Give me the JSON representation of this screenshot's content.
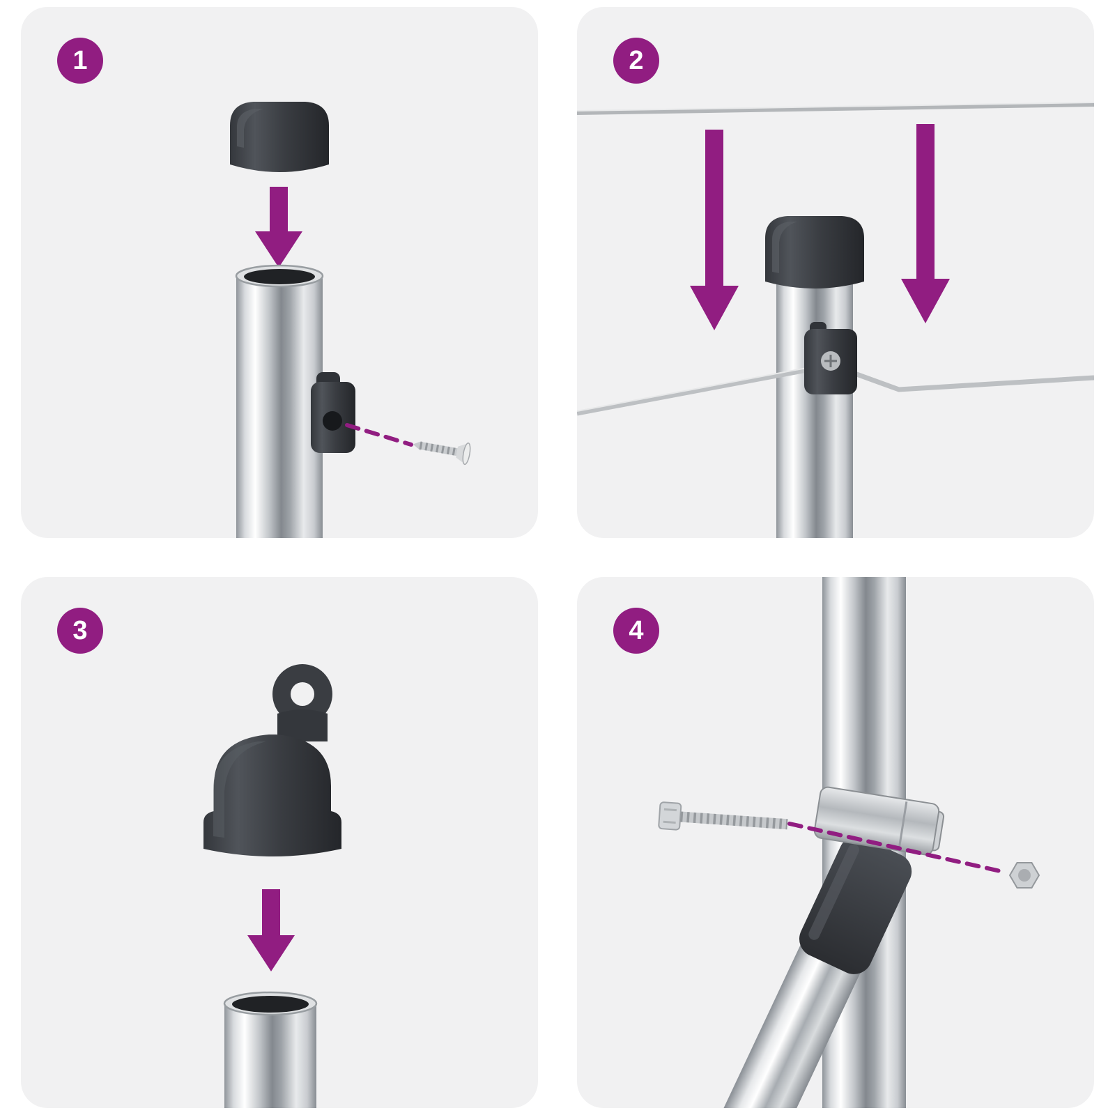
{
  "page": {
    "type": "assembly-instructions-diagram",
    "background": "#ffffff"
  },
  "colors": {
    "accent": "#911d81",
    "panel-bg": "#f1f1f2",
    "badge-text": "#ffffff"
  },
  "steps": [
    {
      "number": "1",
      "illustration": "cap-arrow-post-clip-screw"
    },
    {
      "number": "2",
      "illustration": "post-with-cap-wires-two-arrows"
    },
    {
      "number": "3",
      "illustration": "eyelet-cap-arrow-post"
    },
    {
      "number": "4",
      "illustration": "brace-clamp-bolt-nut-on-post"
    }
  ]
}
